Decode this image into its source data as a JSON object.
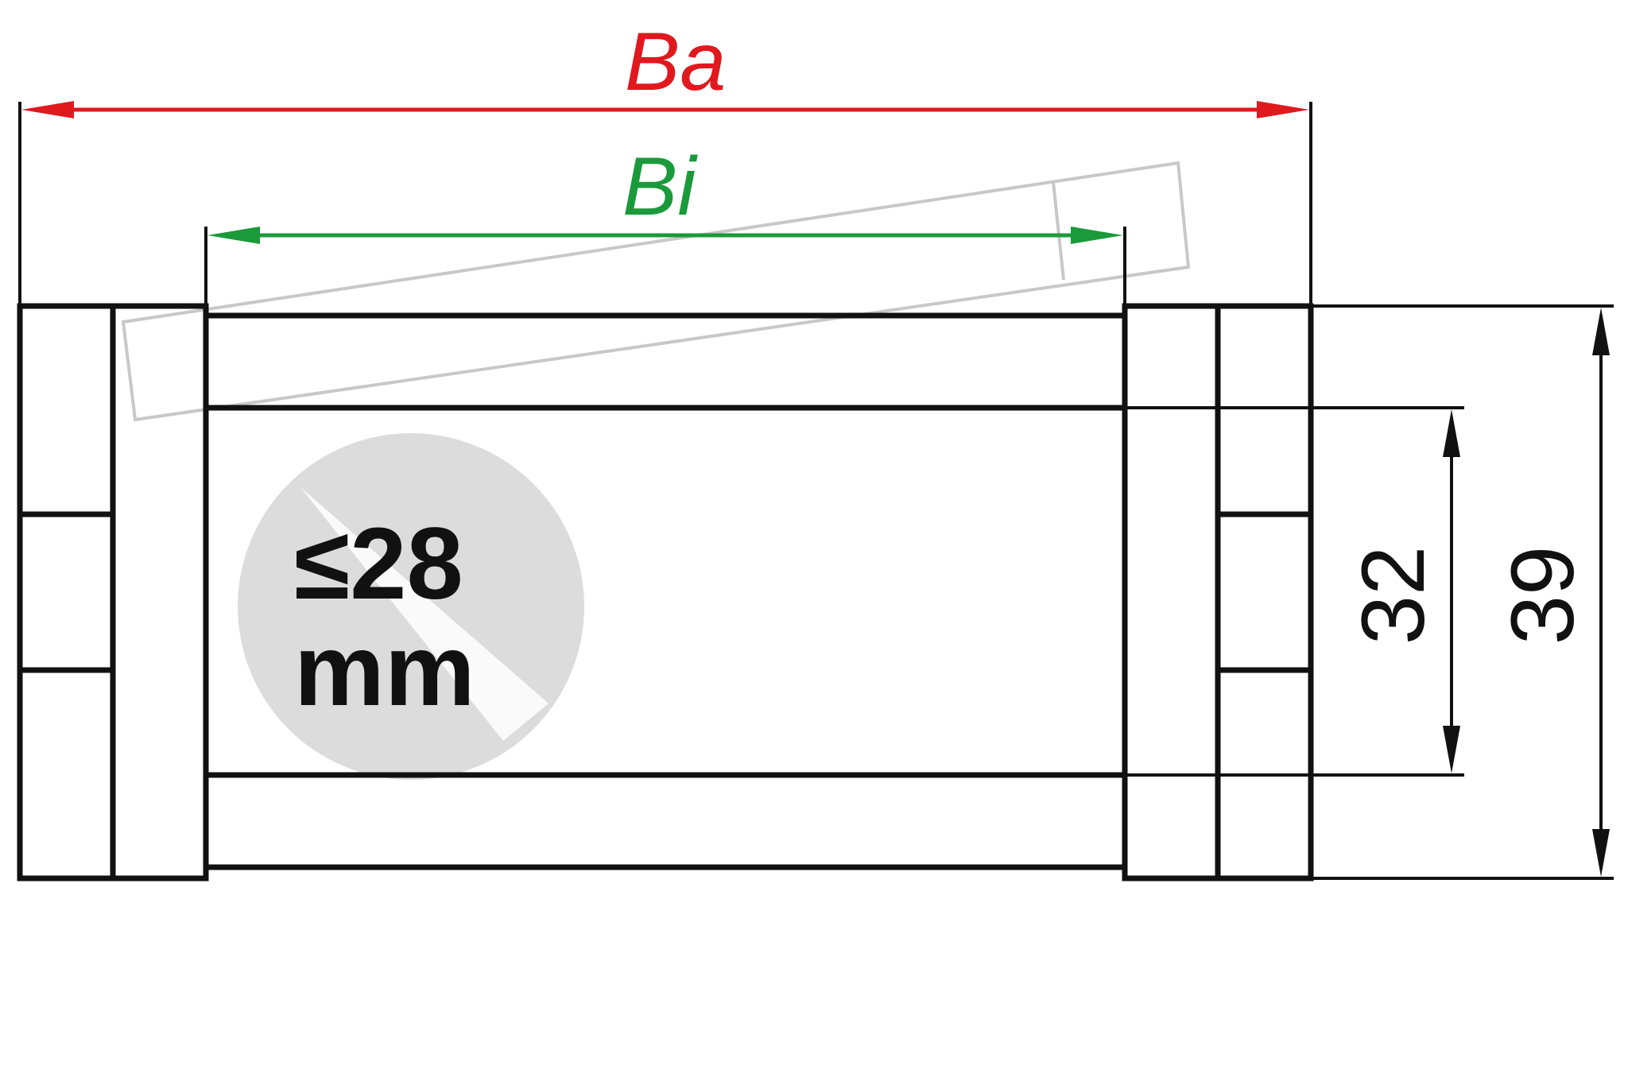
{
  "dimensions": {
    "outer_width": {
      "label": "Ba",
      "color": "#e0191f"
    },
    "inner_width": {
      "label": "Bi",
      "color": "#1a9a3a"
    },
    "inner_height": {
      "value": "32"
    },
    "outer_height": {
      "value": "39"
    }
  },
  "badge": {
    "line1": "≤28",
    "line2": "mm",
    "circle_color": "#dcdcdc"
  },
  "colors": {
    "outline": "#111111",
    "dimension": "#111111",
    "ghost_outline": "#c8c8c8"
  }
}
